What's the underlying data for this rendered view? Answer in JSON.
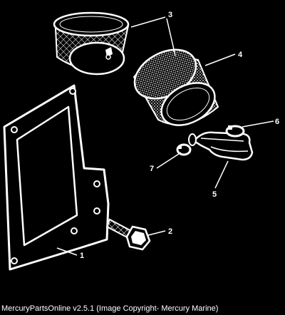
{
  "diagram": {
    "callouts": [
      {
        "id": "1",
        "label": "1"
      },
      {
        "id": "2",
        "label": "2"
      },
      {
        "id": "3",
        "label": "3"
      },
      {
        "id": "4",
        "label": "4"
      },
      {
        "id": "5",
        "label": "5"
      },
      {
        "id": "6",
        "label": "6"
      },
      {
        "id": "7",
        "label": "7"
      }
    ]
  },
  "footer": {
    "caption": "MercuryPartsOnline v2.5.1 (Image Copyright- Mercury Marine)"
  },
  "colors": {
    "background": "#000000",
    "lines": "#ffffff"
  }
}
